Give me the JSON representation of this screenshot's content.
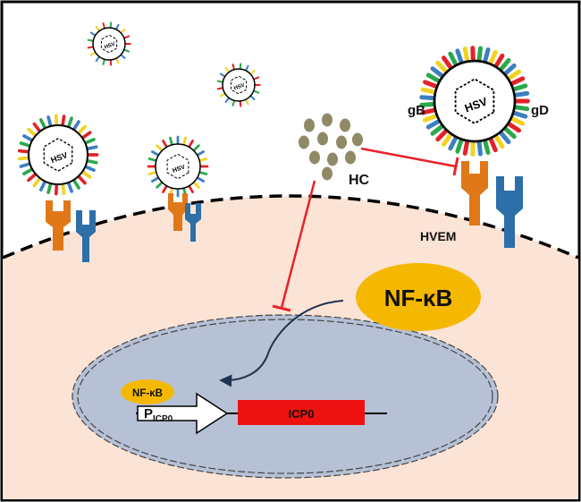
{
  "labels": {
    "hc": "HC",
    "hvem": "HVEM",
    "gb": "gB",
    "gd": "gD",
    "nfkb_large": "NF-κB",
    "nfkb_small": "NF-κB",
    "promoter_main": "P",
    "promoter_sub": "ICP0",
    "icp0": "ICP0",
    "virus_label": "HSV"
  },
  "colors": {
    "membrane_fill": "#fbe3d6",
    "nucleus_fill": "#b6c1d6",
    "nfkb_ellipse": "#f5b800",
    "icp0_box": "#ee1111",
    "hc_particles": "#8f8a66",
    "inhibition_lines": "#e8232a",
    "arrow": "#1f3250",
    "receptor_orange": "#e07818",
    "receptor_blue": "#2d6fa8",
    "spike_red": "#e32227",
    "spike_green": "#2aa84a",
    "spike_blue": "#3d7fbf",
    "spike_yellow": "#f2d21f"
  },
  "icons": {
    "virus": "hsv-virion-icon",
    "receptor_orange": "orange-receptor-icon",
    "receptor_blue": "hvem-receptor-icon",
    "particles": "hc-particle-cluster-icon",
    "promoter": "promoter-arrow-icon"
  }
}
